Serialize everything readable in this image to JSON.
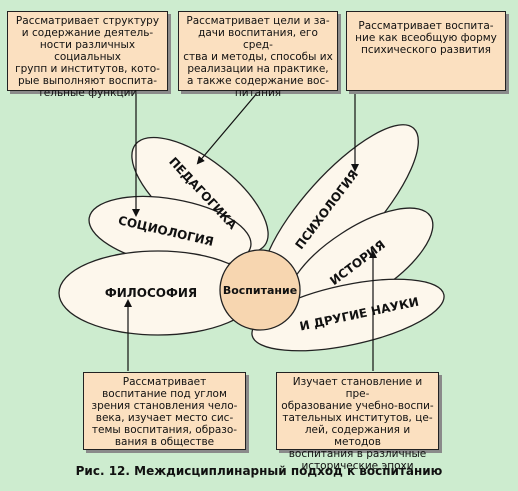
{
  "boxes": {
    "sociology_desc": "Рассматривает структуру\nи содержание деятель-\nности различных социальных\nгрупп и институтов, кото-\nрые выполняют воспита-\nтельные функции",
    "pedagogy_desc": "Рассматривает цели и за-\nдачи воспитания, его сред-\nства и методы, способы их\nреализации на практике,\nа также содержание вос-\nпитания",
    "psychology_desc": "Рассматривает воспита-\nние как всеобщую форму\nпсихического развития",
    "philosophy_desc": "Рассматривает\nвоспитание под углом\nзрения становления чело-\nвека, изучает место сис-\nтемы воспитания, образо-\nвания в обществе",
    "history_desc": "Изучает становление и пре-\nобразование учебно-воспи-\nтательных институтов, це-\nлей, содержания и методов\nвоспитания в различные\nисторические эпохи"
  },
  "petals": {
    "pedagogy": "ПЕДАГОГИКА",
    "sociology": "СОЦИОЛОГИЯ",
    "philosophy": "ФИЛОСОФИЯ",
    "psychology": "ПСИХОЛОГИЯ",
    "history": "ИСТОРИЯ",
    "other": "И ДРУГИЕ НАУКИ"
  },
  "center": "Воспитание",
  "caption": "Рис. 12. Междисциплинарный подход к воспитанию",
  "colors": {
    "background": "#cdeccf",
    "box_fill": "#fbe0c0",
    "petal_fill": "#fdf7ec",
    "center_fill": "#f7d6b0"
  }
}
